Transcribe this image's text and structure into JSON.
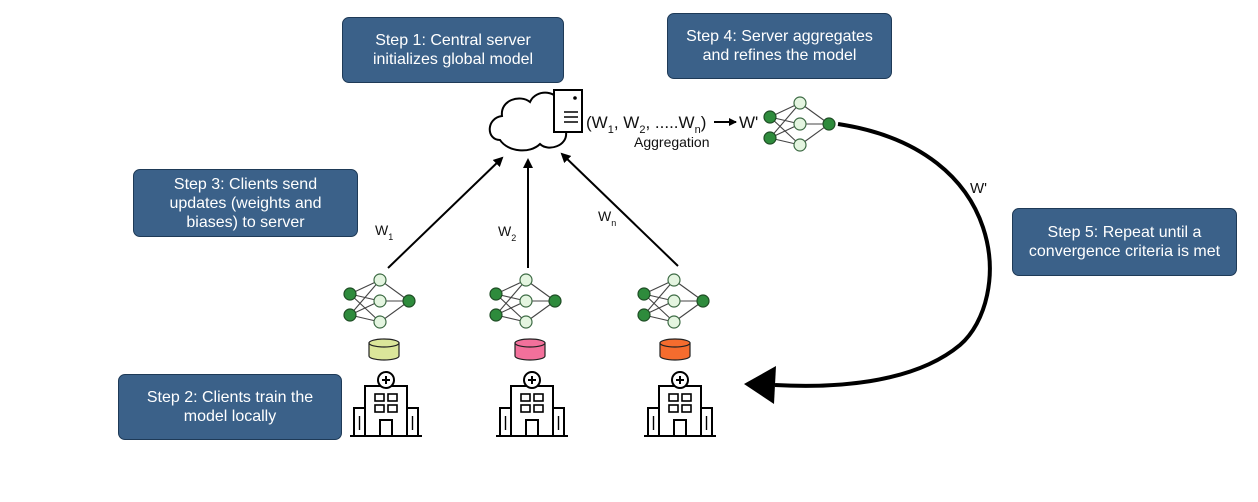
{
  "steps": {
    "step1": "Step 1: Central server initializes global model",
    "step2": "Step 2: Clients train the model locally",
    "step3": "Step 3: Clients send updates (weights and biases) to server",
    "step4": "Step 4: Server aggregates and refines the model",
    "step5": "Step 5: Repeat until a convergence criteria is met"
  },
  "aggregation": {
    "formula": {
      "open": "(W",
      "sub1": "1",
      "sep1": ", W",
      "sub2": "2",
      "sep2": ", .....W",
      "subn": "n",
      "close": ")",
      "result": "W'"
    },
    "label": "Aggregation"
  },
  "arrows": {
    "w1": {
      "base": "W",
      "sub": "1"
    },
    "w2": {
      "base": "W",
      "sub": "2"
    },
    "wn": {
      "base": "W",
      "sub": "n"
    },
    "return_label": "W'"
  },
  "colors": {
    "box_fill": "#3b6189",
    "node_dark": "#2e8b3c",
    "node_light": "#e4f5e0",
    "db_client1": "#dbe69a",
    "db_client2": "#f3709b",
    "db_client3": "#f56c2e"
  },
  "icons": [
    "cloud-icon",
    "server-icon",
    "neural-network-icon",
    "database-icon",
    "hospital-icon"
  ]
}
